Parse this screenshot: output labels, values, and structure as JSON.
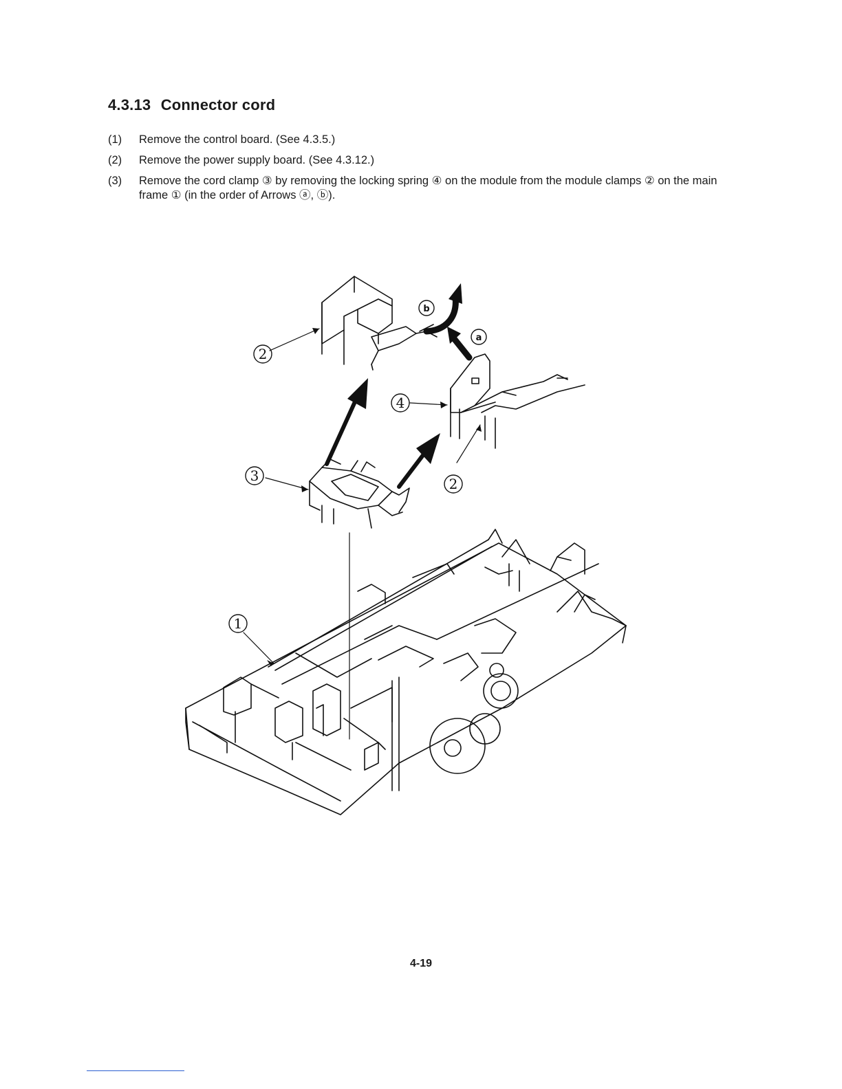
{
  "section": {
    "number": "4.3.13",
    "title": "Connector cord"
  },
  "steps": [
    {
      "num": "(1)",
      "text": "Remove the control board.  (See 4.3.5.)"
    },
    {
      "num": "(2)",
      "text": "Remove the power supply board.  (See 4.3.12.)"
    },
    {
      "num": "(3)",
      "text": "Remove the cord clamp ③ by removing the locking spring ④ on the module from the module clamps ② on the main frame ① (in the order of Arrows ⓐ, ⓑ)."
    }
  ],
  "figure": {
    "callouts": {
      "c1": "1",
      "c2a": "2",
      "c2b": "2",
      "c3": "3",
      "c4": "4",
      "ca": "a",
      "cb": "b"
    }
  },
  "page_number": "4-19"
}
